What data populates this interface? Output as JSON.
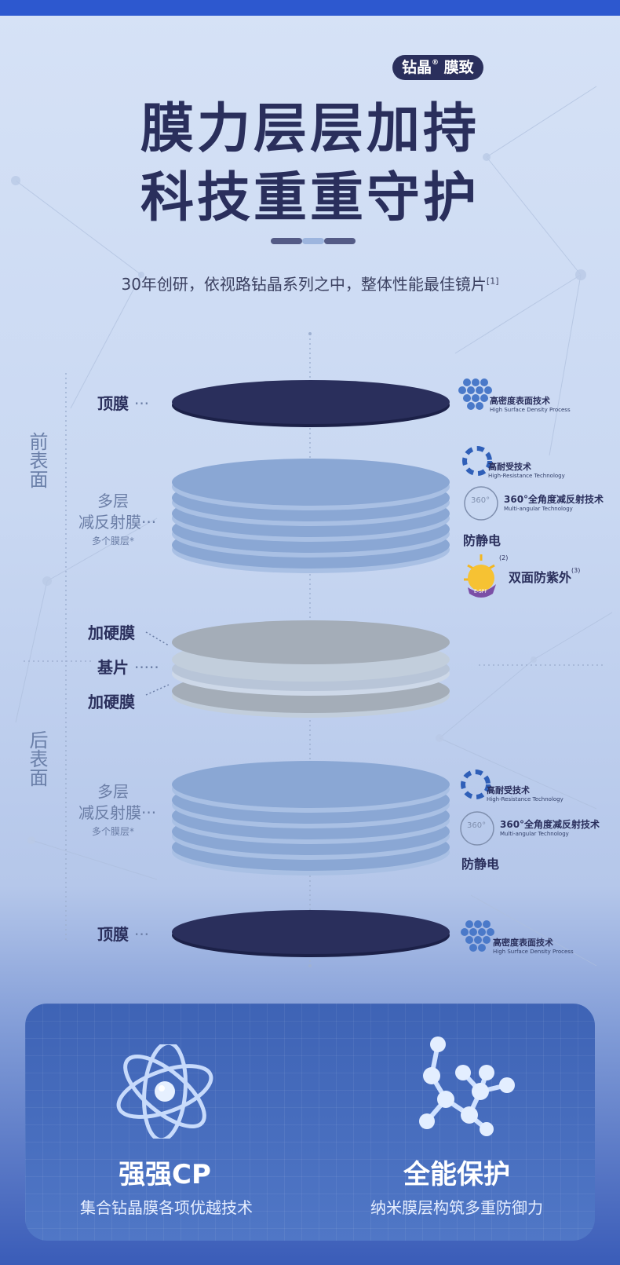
{
  "header": {
    "badge_brand": "钻晶",
    "badge_mark": "®",
    "badge_text": "膜致",
    "headline_1": "膜力层层加持",
    "headline_2": "科技重重守护",
    "subtitle": "30年创研，依视路钻晶系列之中，整体性能最佳镜片",
    "subtitle_note": "[1]"
  },
  "sides": {
    "front": "前表面",
    "back": "后表面"
  },
  "labels": {
    "top_film": "顶膜",
    "multi_1": "多层",
    "multi_2": "减反射膜",
    "multi_note": "多个膜层*",
    "hard_film": "加硬膜",
    "substrate": "基片",
    "dots_short": "···",
    "dots_long": "·····"
  },
  "tech": {
    "density_cn": "高密度表面技术",
    "density_en": "High Surface Density Process",
    "resist_cn": "高耐受技术",
    "resist_en": "High-Resistance Technology",
    "angular_cn": "360°全角度减反射技术",
    "angular_en": "Multi-angular Technology",
    "antistatic": "防静电",
    "uv": "双面防紫外",
    "uv_note_2": "(2)",
    "uv_note_3": "(3)",
    "icon_360": "360°",
    "uv_badge": "E-SPF"
  },
  "features": [
    {
      "title": "强强CP",
      "desc": "集合钻晶膜各项优越技术",
      "icon": "atom-icon"
    },
    {
      "title": "全能保护",
      "desc": "纳米膜层构筑多重防御力",
      "icon": "molecule-icon"
    }
  ],
  "colors": {
    "navy": "#2a2f5c",
    "layer_blue": "#8aa7d4",
    "layer_gray": "#a4adb8",
    "topbar": "#2d58cf"
  }
}
